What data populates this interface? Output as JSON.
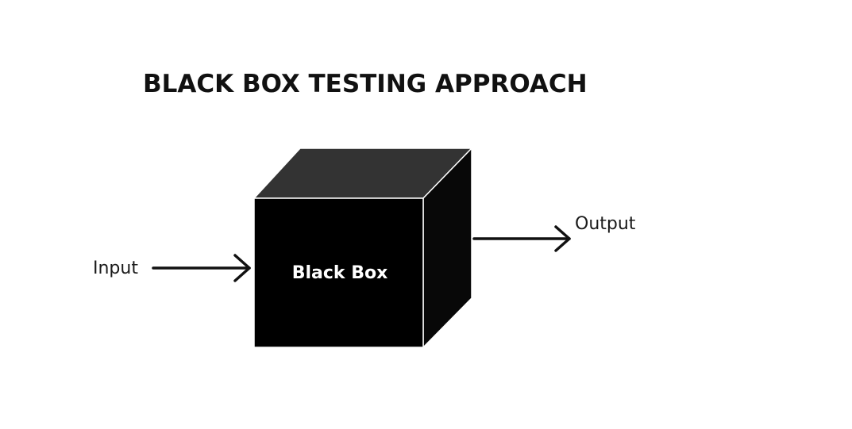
{
  "diagram": {
    "title": "BLACK BOX TESTING APPROACH",
    "input_label": "Input",
    "output_label": "Output",
    "box_label": "Black Box",
    "colors": {
      "box_front": "#000000",
      "box_top": "#333333",
      "box_side": "#080808",
      "arrow": "#111111",
      "text": "#111111",
      "background": "#ffffff"
    }
  }
}
